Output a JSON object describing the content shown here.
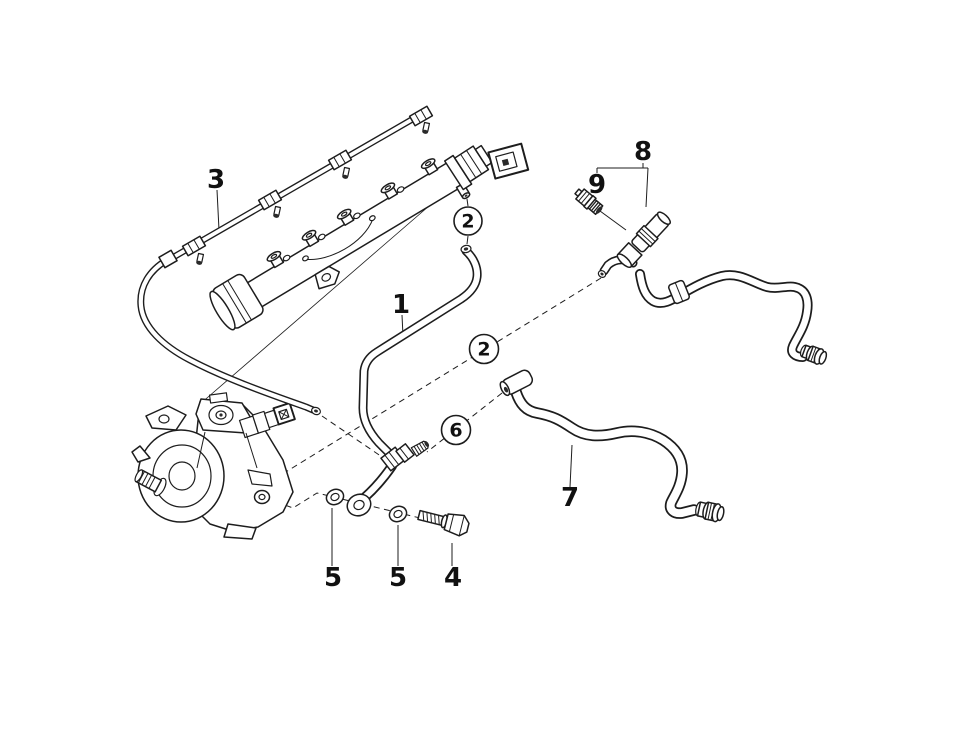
{
  "diagram": {
    "background_color": "#ffffff",
    "line_color": "#1d1d1d",
    "callouts": {
      "c1": "1",
      "c2_rail": "2",
      "c2_mid": "2",
      "c3": "3",
      "c4": "4",
      "c5_left": "5",
      "c5_right": "5",
      "c6": "6",
      "c7": "7",
      "c8": "8",
      "c9": "9"
    }
  }
}
